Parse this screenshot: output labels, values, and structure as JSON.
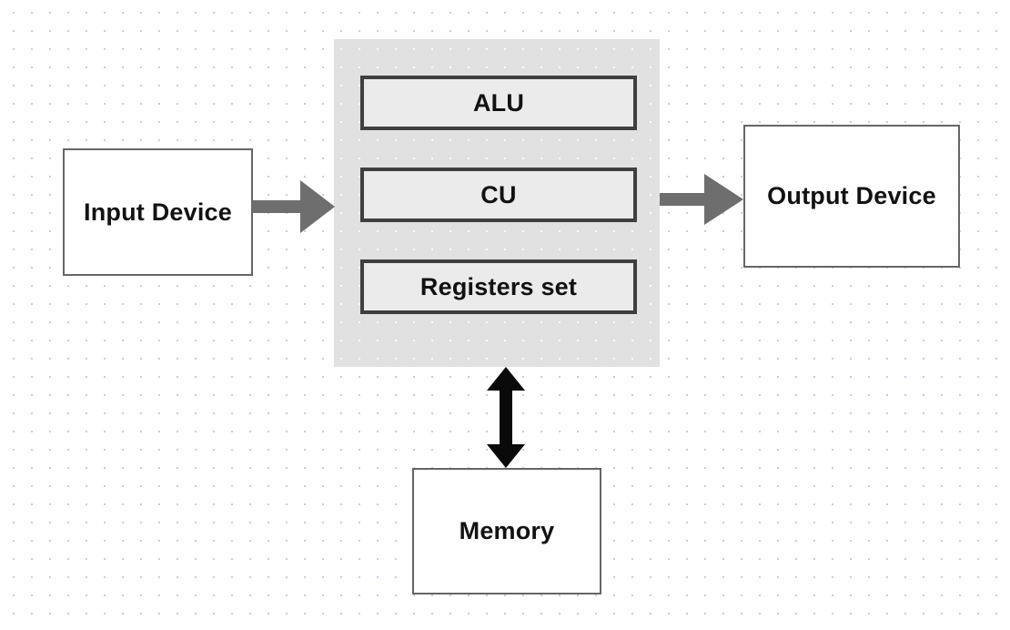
{
  "diagram": {
    "type": "block-diagram",
    "subject": "computer-architecture",
    "nodes": {
      "input": {
        "label": "Input Device"
      },
      "output": {
        "label": "Output Device"
      },
      "memory": {
        "label": "Memory"
      },
      "cpu": {
        "label": "",
        "components": [
          {
            "label": "ALU"
          },
          {
            "label": "CU"
          },
          {
            "label": "Registers set"
          }
        ]
      }
    },
    "edges": [
      {
        "from": "input",
        "to": "output-of-cpu",
        "source": "input",
        "target": "cpu",
        "direction": "one-way",
        "color": "#6e6e6e"
      },
      {
        "from": "cpu",
        "to": "output",
        "source": "cpu",
        "target": "output",
        "direction": "one-way",
        "color": "#6e6e6e"
      },
      {
        "from": "cpu",
        "to": "memory",
        "source": "cpu",
        "target": "memory",
        "direction": "two-way",
        "color": "#0a0a0a"
      }
    ]
  },
  "colors": {
    "canvas_dot": "#c8ced9",
    "cpu_fill": "#e1e1e1",
    "component_fill": "#ebebeb",
    "component_border": "#3f3f3f",
    "node_border": "#666666",
    "arrow_gray": "#6e6e6e",
    "arrow_black": "#0a0a0a",
    "text": "#121212"
  }
}
